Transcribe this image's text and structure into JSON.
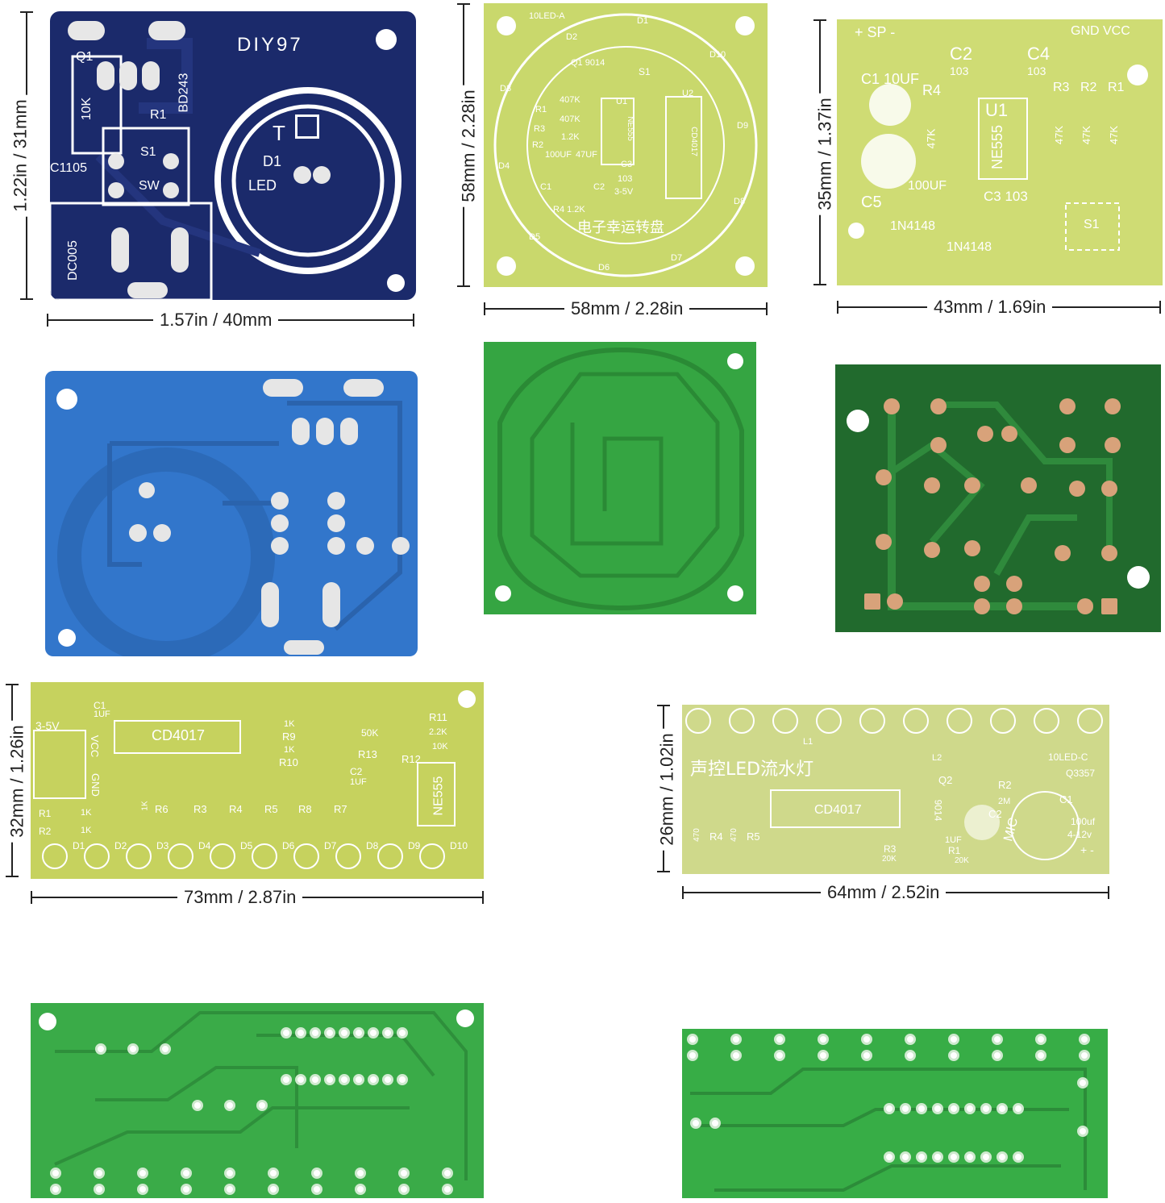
{
  "boards": {
    "diy97": {
      "title": "DIY97",
      "labels": {
        "q1": "Q1",
        "bd243": "BD243",
        "r10k": "10K",
        "r1": "R1",
        "s1": "S1",
        "sw": "SW",
        "c1105": "C1105",
        "t": "T",
        "d1": "D1",
        "led": "LED",
        "dc005": "DC005"
      },
      "width_label": "1.57in / 40mm",
      "height_label": "1.22in / 31mm"
    },
    "roulette": {
      "labels": {
        "model": "10LED-A",
        "q1": "Q1 9014",
        "r1": "R1",
        "r3": "R3",
        "r2": "R2",
        "r407k_a": "407K",
        "r407k_b": "407K",
        "r12k": "1.2K",
        "cap100": "100UF",
        "cap47": "47UF",
        "c1": "C1",
        "c2": "C2",
        "c3": "C3",
        "c103": "103",
        "u1": "U1",
        "u2": "U2",
        "ne555": "NE555",
        "cd4017": "CD4017",
        "v35": "3-5V",
        "r4": "R4 1.2K",
        "s1": "S1",
        "cn_title": "电子幸运转盘"
      },
      "leds": [
        "D1",
        "D2",
        "D3",
        "D4",
        "D5",
        "D6",
        "D7",
        "D8",
        "D9",
        "D10"
      ],
      "width_label": "58mm / 2.28in",
      "height_label": "58mm / 2.28in"
    },
    "ne555board": {
      "labels": {
        "sp": "+ SP -",
        "gnd_vcc": "GND VCC",
        "c2": "C2",
        "c2v": "103",
        "c4": "C4",
        "c4v": "103",
        "c1": "C1 10UF",
        "r4": "R4",
        "r4v": "47K",
        "u1": "U1",
        "ne555": "NE555",
        "r3": "R3",
        "r2": "R2",
        "r1": "R1",
        "r3v": "47K",
        "r2v": "47K",
        "r1v": "47K",
        "c5": "C5",
        "c5v": "100UF",
        "c3": "C3 103",
        "d1": "1N4148",
        "d2": "1N4148",
        "s1": "S1"
      },
      "width_label": "43mm / 1.69in",
      "height_label": "35mm / 1.37in"
    },
    "chaser": {
      "labels": {
        "c1": "C1",
        "c1v": "1UF",
        "v35": "3-5V",
        "vcc": "VCC",
        "gnd": "GND",
        "cd4017": "CD4017",
        "r9v": "1K",
        "r9": "R9",
        "r10v": "1K",
        "r10": "R10",
        "pot": "50K",
        "r13": "R13",
        "r11": "R11",
        "r11v": "2.2K",
        "r12": "R12",
        "r12v": "10K",
        "c2": "C2",
        "c2v": "1UF",
        "ne555": "NE555",
        "r1": "R1",
        "r2": "R2",
        "r1v": "1K",
        "r2v": "1K",
        "rk": "1K",
        "r6": "R6",
        "r3": "R3",
        "r4": "R4",
        "r5": "R5",
        "r8": "R8",
        "r7": "R7"
      },
      "leds": [
        "D1",
        "D2",
        "D3",
        "D4",
        "D5",
        "D6",
        "D7",
        "D8",
        "D9",
        "D10"
      ],
      "width_label": "73mm / 2.87in",
      "height_label": "32mm / 1.26in"
    },
    "sound": {
      "labels": {
        "l1": "L1",
        "l2": "L2",
        "model": "10LED-C",
        "cn_title": "声控LED流水灯",
        "q2": "Q2",
        "r2": "R2",
        "r2v": "2M",
        "q3357": "Q3357",
        "c1": "C1",
        "cd4017": "CD4017",
        "q9014": "9014",
        "c2": "C2",
        "cap100": "100uf",
        "volt": "4-12v",
        "r4": "R4",
        "r4v": "470",
        "r5": "R5",
        "r5v": "470",
        "r3": "R3",
        "r3v": "20K",
        "r1": "R1",
        "r1v": "20K",
        "c2v": "1UF",
        "mic": "MIC",
        "pm": "+ -"
      },
      "width_label": "64mm / 2.52in",
      "height_label": "26mm / 1.02in"
    }
  },
  "colors": {
    "navy": "#1b2a6b",
    "blue": "#2f6fc7",
    "yellow_green": "#c9d66a",
    "green": "#2e9a3c",
    "dark_green": "#1f5f2a",
    "copper": "#d8a27a"
  }
}
